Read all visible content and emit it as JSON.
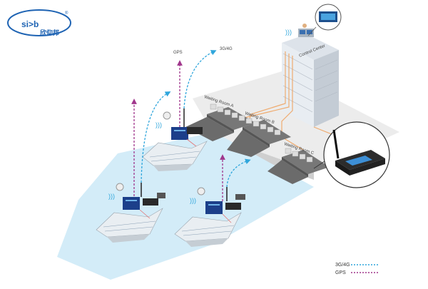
{
  "logo": {
    "mark": "si>b",
    "registered": "®",
    "name_cn": "欣仰邦"
  },
  "labels": {
    "gps": "GPS",
    "cellular": "3G/4G",
    "control_center": "Control Center",
    "waiting_room_a": "Waiting Room A",
    "waiting_room_b": "Waiting Room B",
    "waiting_room_c": "Waiting Room C"
  },
  "legend": {
    "cellular": "3G/4G",
    "gps": "GPS"
  },
  "colors": {
    "brand": "#1e63b3",
    "water": "#d3ecf8",
    "cellular_line": "#2fa6dc",
    "gps_line": "#a0368c",
    "fiber_line": "#f0a05a",
    "router": "#1c3f8a"
  },
  "icons": [
    "wifi-icon",
    "router-icon",
    "camera-icon",
    "antenna-icon",
    "arrow-up-icon",
    "curved-arrow-icon"
  ]
}
